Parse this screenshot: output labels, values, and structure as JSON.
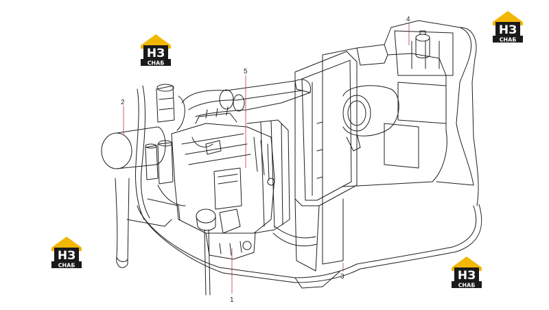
{
  "callouts": [
    {
      "id": "1",
      "label": "1"
    },
    {
      "id": "2",
      "label": "2"
    },
    {
      "id": "3",
      "label": "3"
    },
    {
      "id": "4",
      "label": "4"
    },
    {
      "id": "5",
      "label": "5"
    }
  ],
  "watermark": {
    "mark": "НЗ",
    "word": "СНАБ",
    "colors": {
      "roof": "#f2b705",
      "dark": "#1a1a1a",
      "light": "#ffffff"
    }
  },
  "colors": {
    "line": "#1c1c1c",
    "leader": "#b01c1c",
    "paper": "#ffffff"
  }
}
